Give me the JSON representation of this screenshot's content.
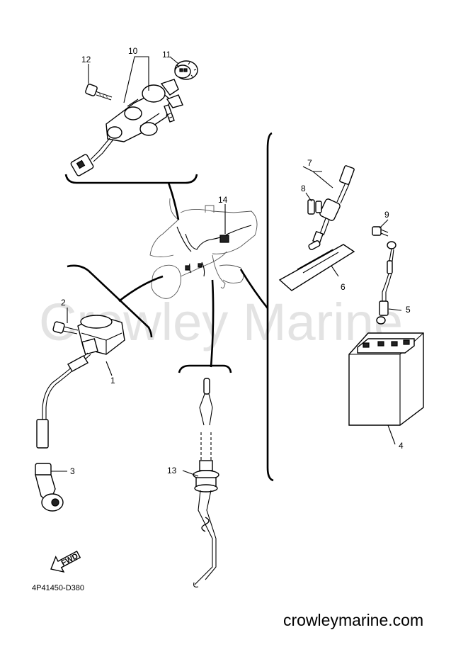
{
  "watermark": "Crowley Marine",
  "footer_site": "crowleymarine.com",
  "drawing_code": "4P41450-D380",
  "fwd_label": "FWD",
  "callouts": {
    "c1": "1",
    "c2": "2",
    "c3": "3",
    "c4": "4",
    "c5": "5",
    "c6": "6",
    "c7": "7",
    "c8": "8",
    "c9": "9",
    "c10": "10",
    "c11": "11",
    "c12": "12",
    "c13": "13",
    "c14": "14"
  }
}
